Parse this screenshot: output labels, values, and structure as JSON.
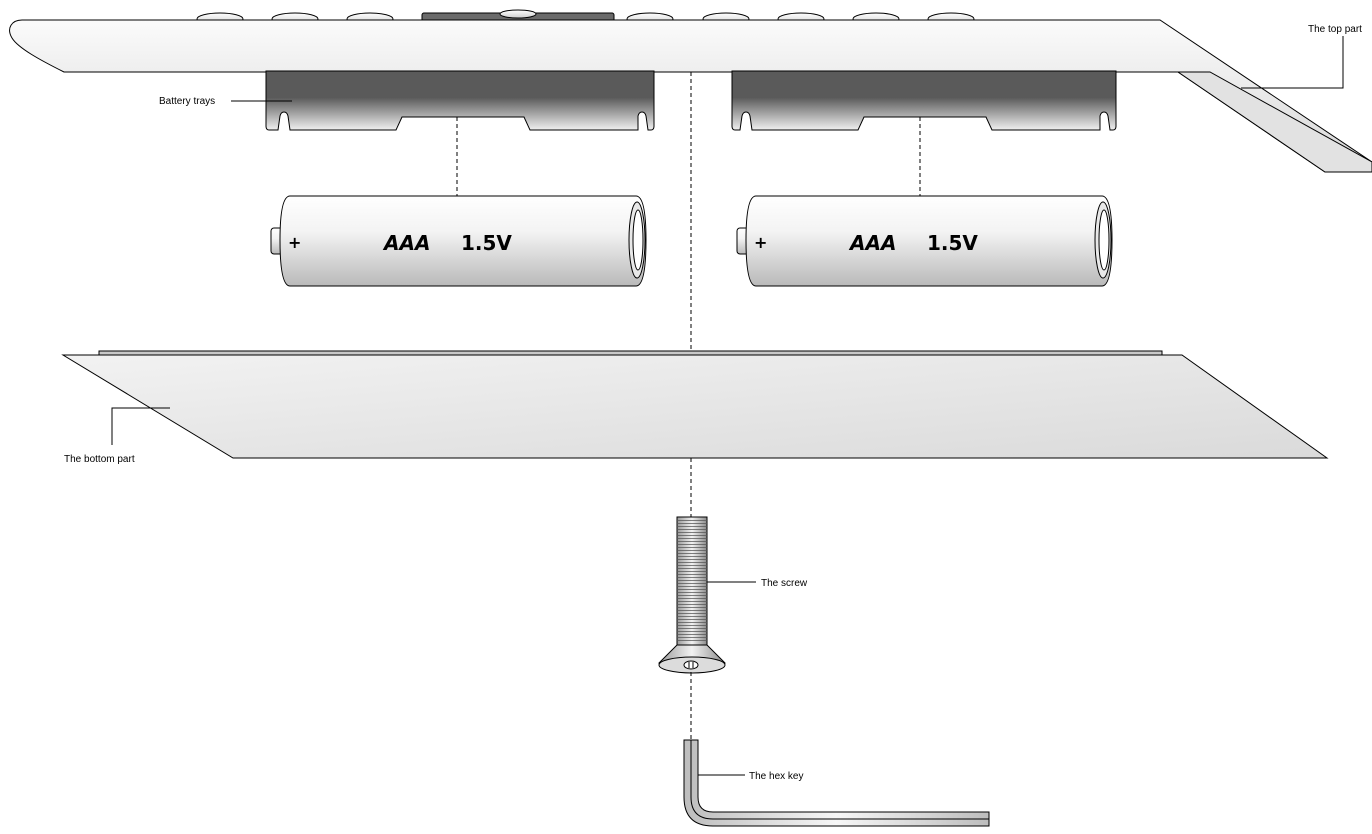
{
  "labels": {
    "top_part": "The top part",
    "battery_trays": "Battery trays",
    "bottom_part": "The bottom part",
    "screw": "The screw",
    "hex_key": "The hex key"
  },
  "batteries": [
    {
      "plus": "+",
      "type": "AAA",
      "voltage": "1.5V"
    },
    {
      "plus": "+",
      "type": "AAA",
      "voltage": "1.5V"
    }
  ],
  "colors": {
    "shell_light": "#f4f4f4",
    "shell_shade": "#d2d2d2",
    "tray_dark": "#5a5a5a",
    "tray_light": "#e6e6e6"
  }
}
